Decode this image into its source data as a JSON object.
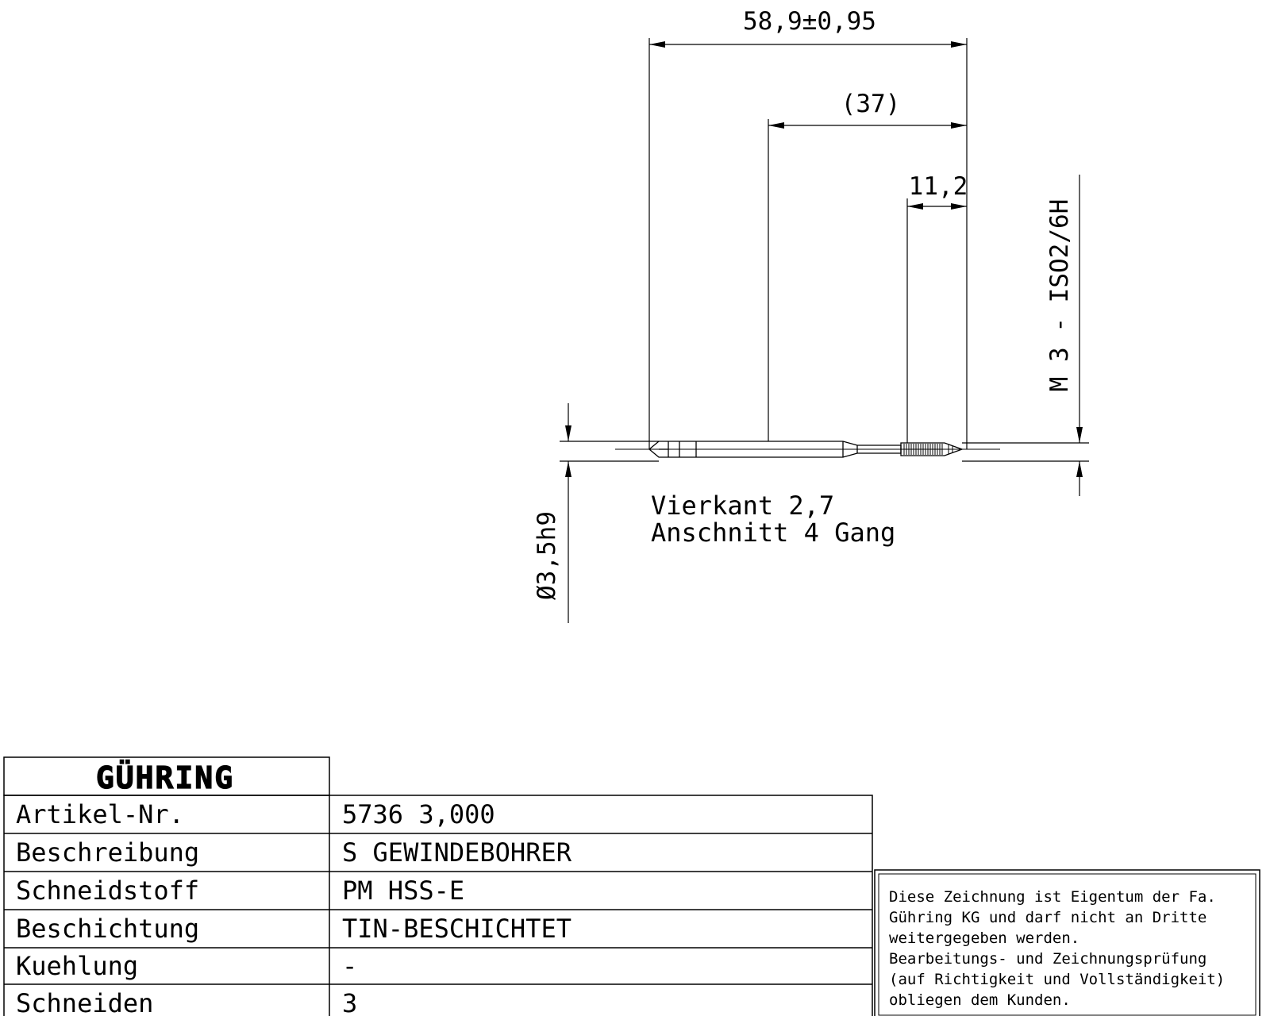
{
  "drawing": {
    "dimensions": {
      "overall_length": "58,9±0,95",
      "shank_length": "(37)",
      "thread_length": "11,2",
      "thread_spec": "M 3 - ISO2/6H",
      "shank_diameter": "Ø3,5h9"
    },
    "notes": {
      "line1": "Vierkant 2,7",
      "line2": "Anschnitt 4 Gang"
    }
  },
  "title_block": {
    "logo": "GÜHRING",
    "rows": [
      {
        "label": "Artikel-Nr.",
        "value": "5736 3,000"
      },
      {
        "label": "Beschreibung",
        "value": "S GEWINDEBOHRER"
      },
      {
        "label": "Schneidstoff",
        "value": "PM HSS-E"
      },
      {
        "label": "Beschichtung",
        "value": "TIN-BESCHICHTET"
      },
      {
        "label": "Kuehlung",
        "value": "-"
      },
      {
        "label": "Schneiden",
        "value": "3"
      }
    ]
  },
  "disclaimer": {
    "lines": [
      "Diese Zeichnung ist Eigentum der Fa.",
      "Gühring KG und darf nicht an Dritte",
      "weitergegeben werden.",
      "Bearbeitungs- und Zeichnungsprüfung",
      "(auf Richtigkeit und Vollständigkeit)",
      "obliegen dem Kunden."
    ]
  }
}
